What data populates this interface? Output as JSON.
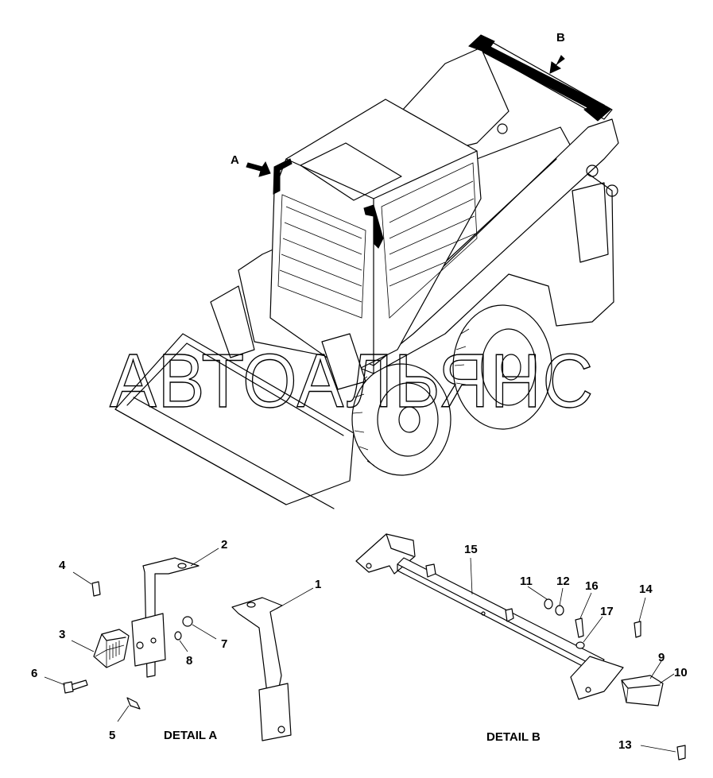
{
  "markers": {
    "a": "A",
    "b": "B"
  },
  "details": {
    "a": "DETAIL A",
    "b": "DETAIL B"
  },
  "callouts": {
    "c1": "1",
    "c2": "2",
    "c3": "3",
    "c4": "4",
    "c5": "5",
    "c6": "6",
    "c7": "7",
    "c8": "8",
    "c9": "9",
    "c10": "10",
    "c11": "11",
    "c12": "12",
    "c13": "13",
    "c14": "14",
    "c15": "15",
    "c16": "16",
    "c17": "17"
  },
  "watermark": "АВТОАЛЬЯНС"
}
